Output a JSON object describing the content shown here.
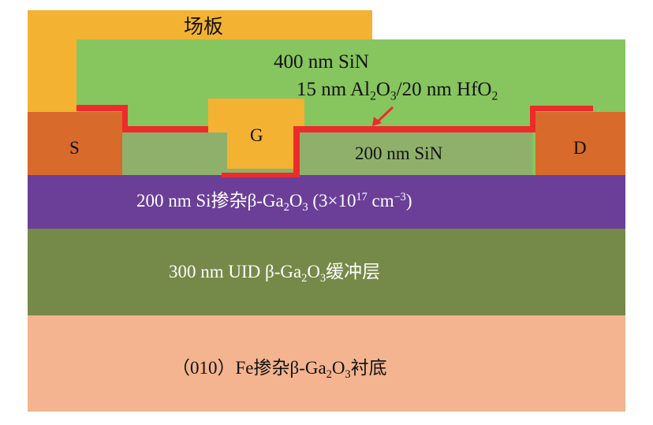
{
  "colors": {
    "field_plate": "#f4b233",
    "sin_top": "#87c55f",
    "sin_bottom": "#8fb06a",
    "contact": "#d86a2c",
    "dielectric": "#ee2b2b",
    "channel": "#6b3f98",
    "buffer": "#758a48",
    "substrate": "#f3b48f"
  },
  "labels": {
    "field_plate": "场板",
    "sin_top": "400 nm SiN",
    "dielectric": [
      "15 nm Al",
      "2",
      "O",
      "3",
      "/20 nm HfO",
      "2"
    ],
    "source": "S",
    "gate": "G",
    "drain": "D",
    "sin_bottom": "200 nm SiN",
    "channel": [
      "200 nm Si掺杂β-Ga",
      "2",
      "O",
      "3",
      " (3×10",
      "17",
      " cm",
      "−3",
      ")"
    ],
    "buffer": [
      "300 nm UID β-Ga",
      "2",
      "O",
      "3",
      "缓冲层"
    ],
    "substrate": [
      "（010）Fe掺杂β-Ga",
      "2",
      "O",
      "3",
      "衬底"
    ]
  }
}
